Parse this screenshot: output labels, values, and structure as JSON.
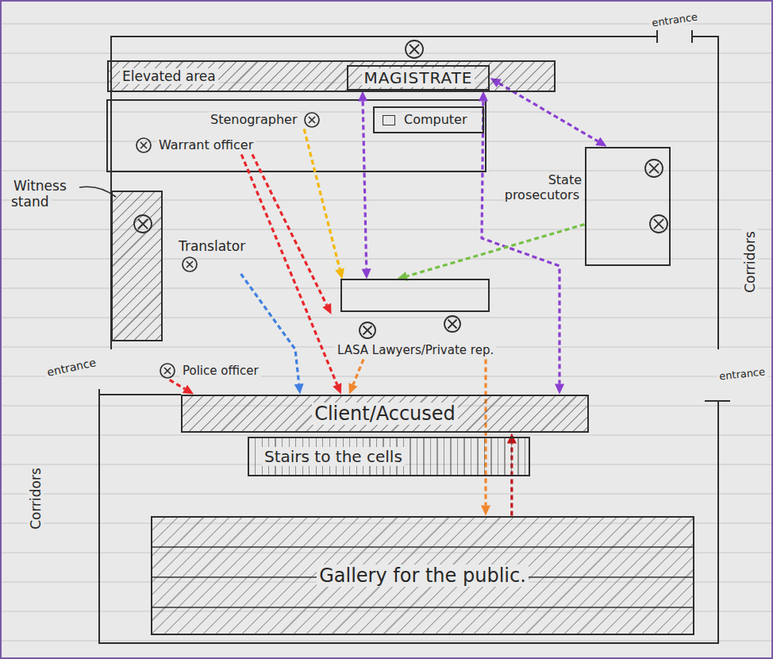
{
  "diagram": {
    "nodes": [
      {
        "text": [
          "Elevated area"
        ]
      },
      {
        "text": [
          "MAGISTRATE"
        ],
        "in": 0
      },
      {
        "text": [
          "Stenographer"
        ]
      },
      {
        "text": [
          "Computer"
        ]
      },
      {
        "text": [
          "Warrant officer"
        ]
      },
      {
        "text": [
          "Witness stand"
        ]
      },
      {
        "text": [
          "State prosecutors"
        ]
      },
      {
        "text": [
          "Translator"
        ]
      },
      {
        "text": [
          "LASA Lawyers/Private rep."
        ]
      },
      {
        "text": [
          "Police officer"
        ]
      },
      {
        "text": [
          "Client/Accused"
        ]
      },
      {
        "text": [
          "Stairs to the cells"
        ]
      },
      {
        "text": [
          "Gallery for the public."
        ]
      }
    ],
    "edges": [
      {
        "from": 1,
        "to": 6,
        "arrow": "both"
      },
      {
        "from": 1,
        "to": 8,
        "arrow": "both"
      },
      {
        "from": 1,
        "to": 10,
        "arrow": "both"
      },
      {
        "from": 2,
        "to": 8,
        "arrow": "to"
      },
      {
        "from": 4,
        "to": 8,
        "arrow": "to"
      },
      {
        "from": 4,
        "to": 10,
        "arrow": "to"
      },
      {
        "from": 6,
        "to": 8,
        "arrow": "to"
      },
      {
        "from": 7,
        "to": 10,
        "arrow": "to"
      },
      {
        "from": 9,
        "to": 10,
        "arrow": "to"
      },
      {
        "from": 8,
        "to": 10,
        "arrow": "to"
      },
      {
        "from": 8,
        "to": 12,
        "arrow": "to"
      },
      {
        "from": 12,
        "to": 10,
        "arrow": "to"
      }
    ],
    "labels": [
      "entrance",
      "Corridors",
      "entrance",
      "entrance",
      "Corridors"
    ]
  }
}
